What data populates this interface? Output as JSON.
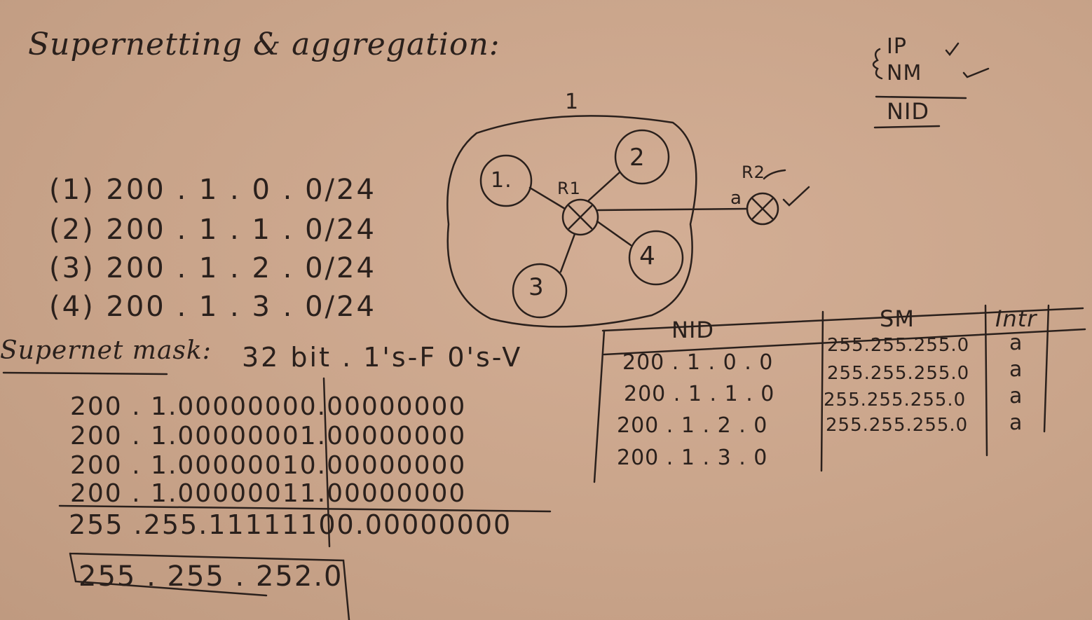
{
  "title": "Supernetting & aggregation:",
  "legend": {
    "items": [
      "IP",
      "NM"
    ],
    "result": "NID"
  },
  "diagram": {
    "top_mark": "1",
    "networks": [
      "1.",
      "2",
      "3",
      "4"
    ],
    "router1": "R1",
    "router2": "R2",
    "interface": "a"
  },
  "networks_list": [
    {
      "num": "1",
      "addr": "200 . 1 . 0 . 0/24"
    },
    {
      "num": "2",
      "addr": "200 . 1 . 1 . 0/24"
    },
    {
      "num": "3",
      "addr": "200 . 1 . 2 . 0/24"
    },
    {
      "num": "4",
      "addr": "200 . 1 . 3 . 0/24"
    }
  ],
  "supernet": {
    "label": "Supernet mask:",
    "info": "32 bit . 1's-F 0's-V",
    "binary_rows": [
      "200 . 1.00000000.00000000",
      "200 . 1.00000001.00000000",
      "200 . 1.00000010.00000000",
      "200 . 1.00000011.00000000"
    ],
    "result_binary": "255 .255.11111100.00000000",
    "final_mask": "255 . 255 . 252.0"
  },
  "routing_table": {
    "headers": [
      "NID",
      "SM",
      "Intr"
    ],
    "rows": [
      [
        "200 . 1 . 0 . 0",
        "255.255.255.0",
        "a"
      ],
      [
        "200 . 1 . 1 . 0",
        "255.255.255.0",
        "a"
      ],
      [
        "200 . 1 . 2 . 0",
        "255.255.255.0",
        "a"
      ],
      [
        "200 . 1 . 3 . 0",
        "255.255.255.0",
        "a"
      ]
    ]
  },
  "colors": {
    "ink": "#2a201c",
    "paper": "#c9a48a"
  }
}
